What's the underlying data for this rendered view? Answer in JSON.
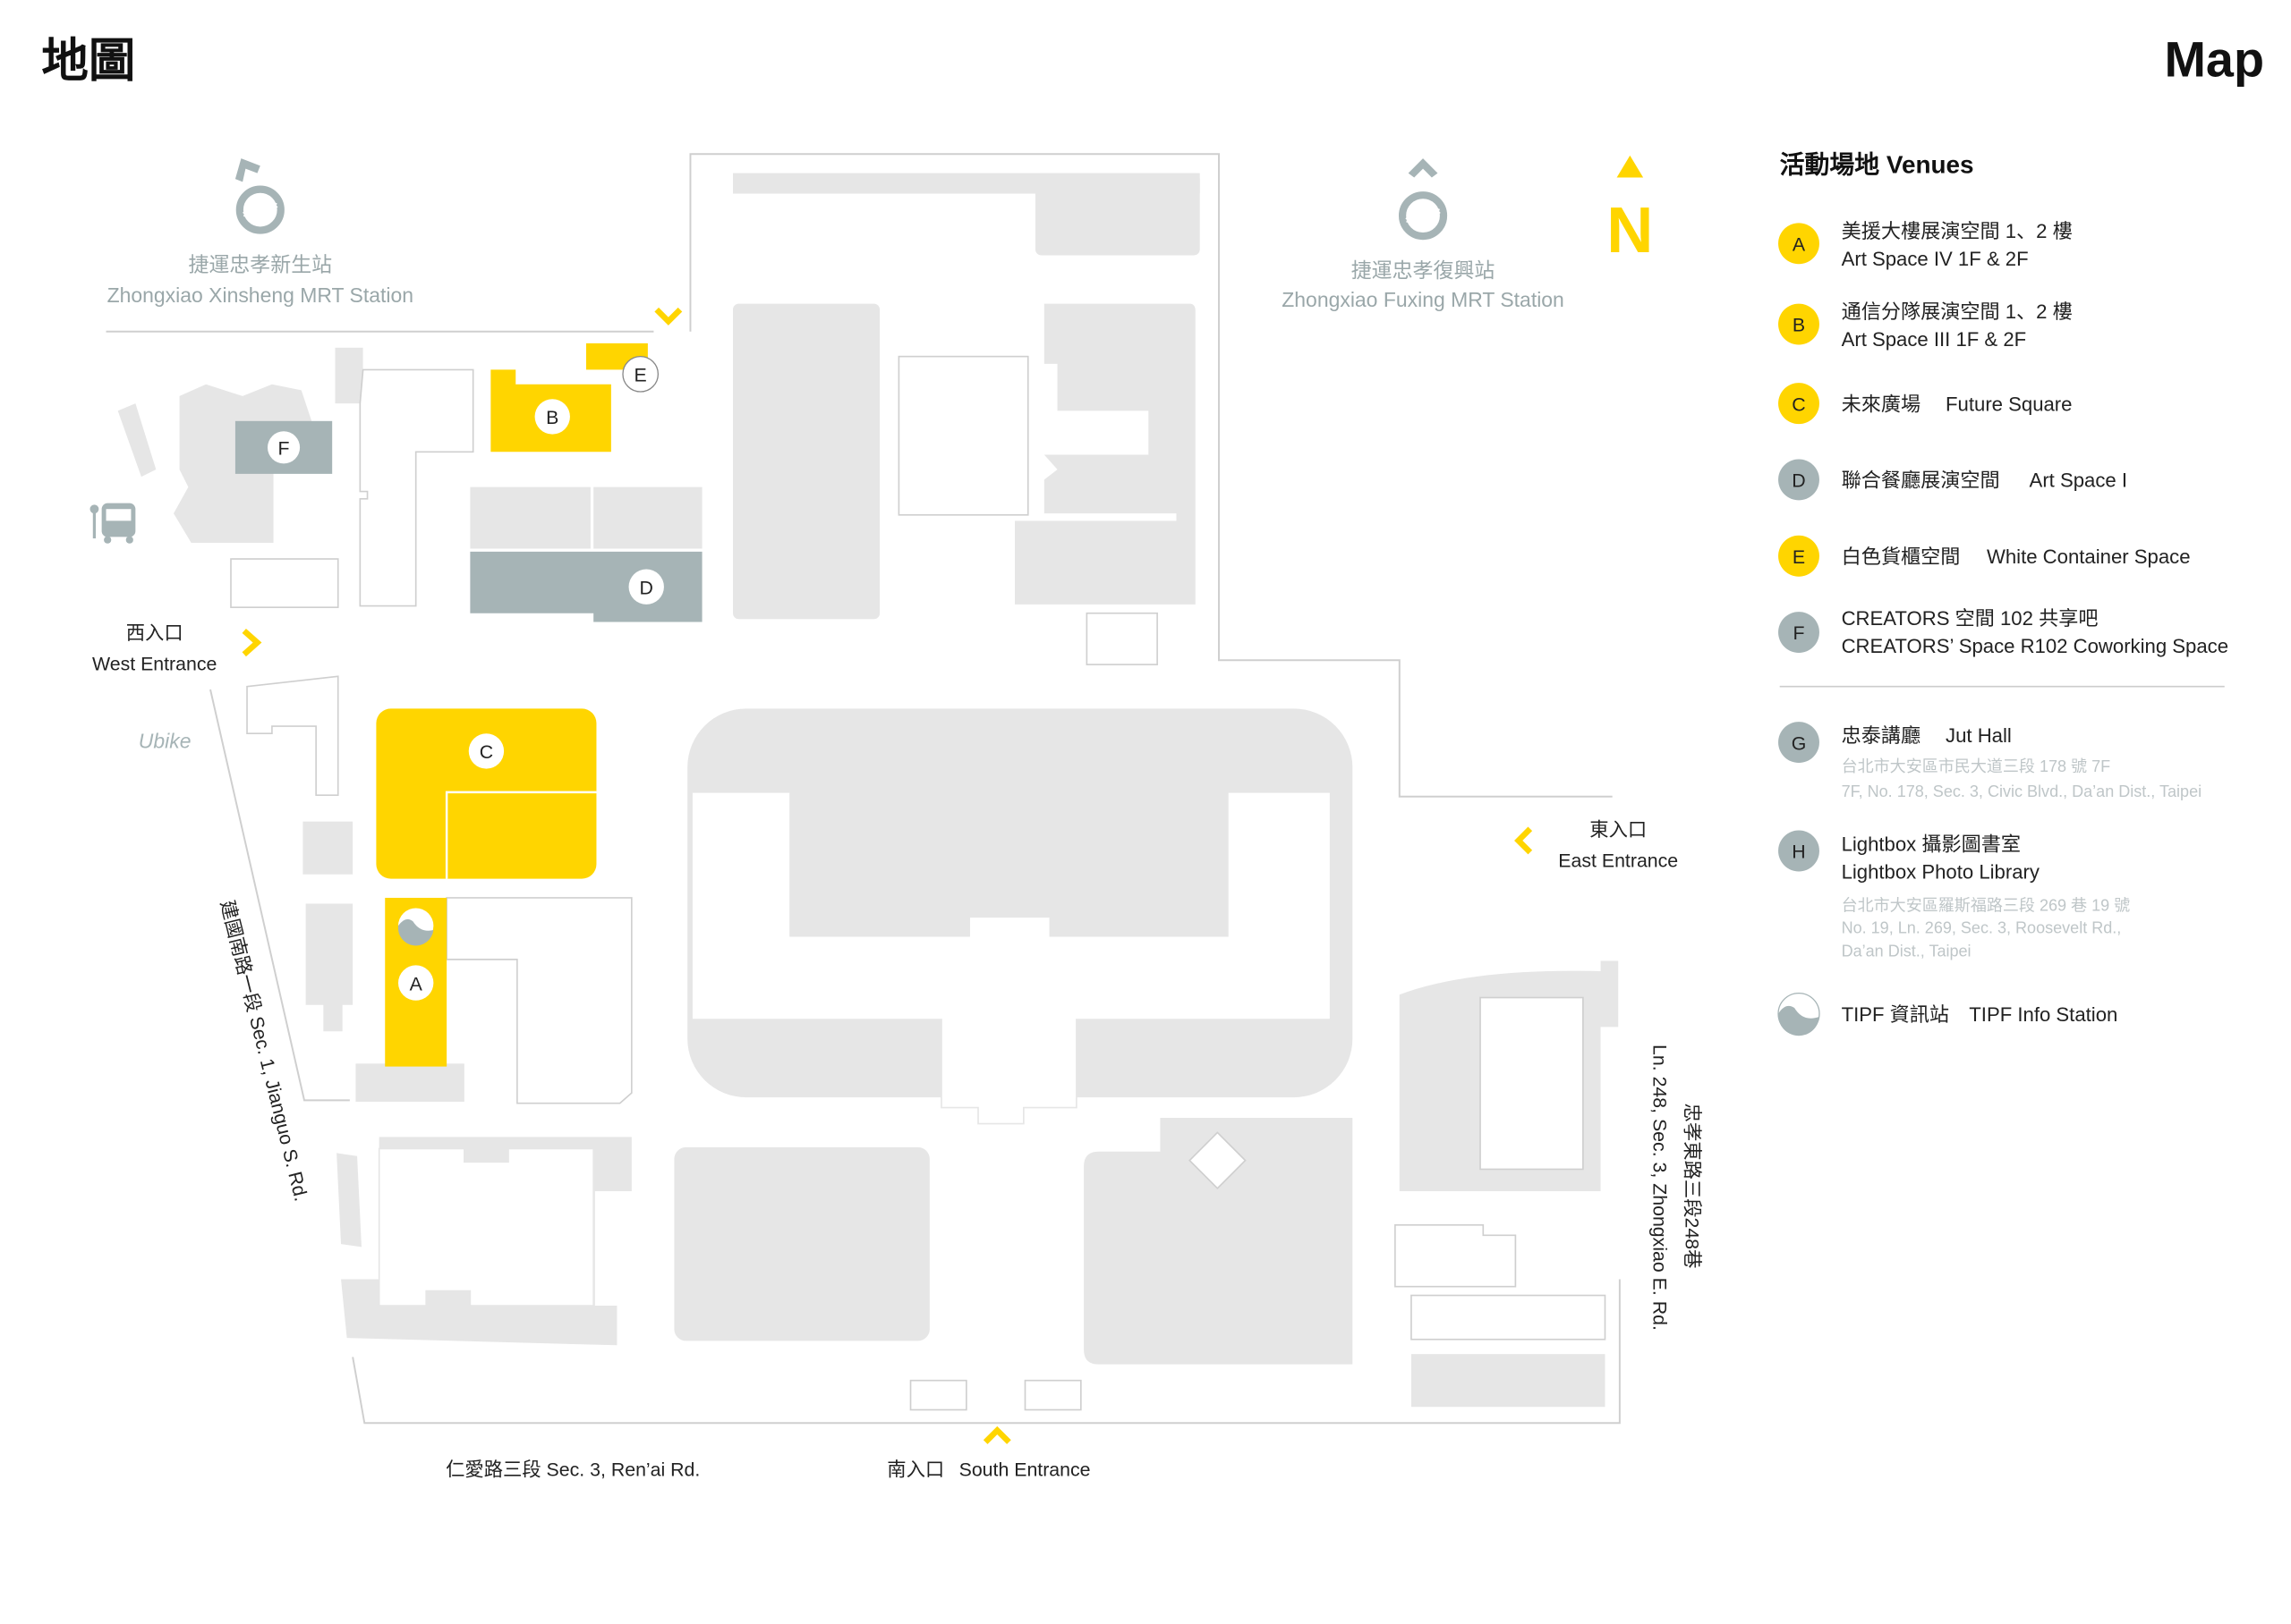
{
  "header": {
    "title_zh": "地圖",
    "title_en": "Map"
  },
  "colors": {
    "venue_yellow": "#FFD500",
    "venue_grey": "#A6B4B6",
    "building": "#E6E6E6",
    "mrt_grey": "#9AA7A9"
  },
  "north": {
    "label": "N"
  },
  "stations": [
    {
      "zh": "捷運忠孝新生站",
      "en": "Zhongxiao Xinsheng MRT Station",
      "icon": "mrt-logo-icon"
    },
    {
      "zh": "捷運忠孝復興站",
      "en": "Zhongxiao Fuxing MRT Station",
      "icon": "mrt-logo-icon"
    }
  ],
  "entrances": {
    "west": {
      "zh": "西入口",
      "en": "West Entrance"
    },
    "east": {
      "zh": "東入口",
      "en": "East Entrance"
    },
    "south": {
      "zh": "南入口",
      "en": "South Entrance"
    }
  },
  "roads": {
    "jianguo": "建國南路一段  Sec. 1, Jianguo S. Rd.",
    "renai": "仁愛路三段  Sec. 3, Ren’ai Rd.",
    "zhongxiao_zh": "忠孝東路三段248巷",
    "zhongxiao_en": "Ln. 248, Sec. 3, Zhongxiao E. Rd."
  },
  "map_pins": [
    "A",
    "B",
    "C",
    "D",
    "E",
    "F"
  ],
  "icons": {
    "ubike": "ubike-logo-icon",
    "bus": "bus-stop-icon",
    "tipf": "tipf-info-icon"
  },
  "ubike_label": "Ubike",
  "legend": {
    "title": "活動場地  Venues",
    "venues": [
      {
        "letter": "A",
        "zh": "美援大樓展演空間 1、2 樓",
        "en": "Art Space IV 1F & 2F",
        "color": "#FFD500"
      },
      {
        "letter": "B",
        "zh": "通信分隊展演空間 1、2 樓",
        "en": "Art Space III 1F & 2F",
        "color": "#FFD500"
      },
      {
        "letter": "C",
        "zh": "未來廣場",
        "en": "Future Square",
        "color": "#FFD500"
      },
      {
        "letter": "D",
        "zh": "聯合餐廳展演空間",
        "en": "Art Space I",
        "color": "#A6B4B6"
      },
      {
        "letter": "E",
        "zh": "白色貨櫃空間",
        "en": "White Container Space",
        "color": "#FFD500"
      },
      {
        "letter": "F",
        "zh": "CREATORS 空間 102 共享吧",
        "en": "CREATORS’ Space R102 Coworking Space",
        "color": "#A6B4B6"
      }
    ],
    "offsite": [
      {
        "letter": "G",
        "zh": "忠泰講廳",
        "en": "Jut Hall",
        "addr_zh": "台北市大安區市民大道三段 178 號 7F",
        "addr_en": [
          "7F, No. 178, Sec. 3, Civic Blvd., Da’an Dist., Taipei"
        ]
      },
      {
        "letter": "H",
        "zh": "Lightbox 攝影圖書室",
        "en": "Lightbox Photo Library",
        "addr_zh": "台北市大安區羅斯福路三段 269 巷 19 號",
        "addr_en": [
          "No. 19, Ln. 269, Sec. 3, Roosevelt Rd.,",
          "Da’an Dist., Taipei"
        ]
      }
    ],
    "info": {
      "zh": "TIPF 資訊站",
      "en": "TIPF Info Station"
    }
  }
}
